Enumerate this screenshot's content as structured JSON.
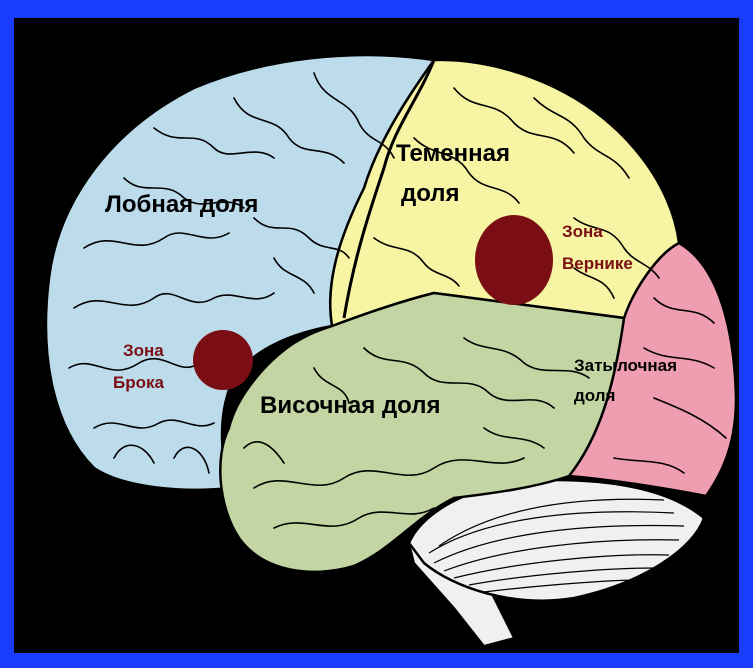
{
  "colors": {
    "border": "#1a3cff",
    "background": "#000000",
    "frontal": "#bcdcec",
    "parietal": "#f7f4a3",
    "temporal": "#c3d5a3",
    "occipital": "#ee9eb0",
    "cerebellum": "#f0f0f0",
    "zone": "#7a0e14"
  },
  "labels": {
    "frontal": "Лобная доля",
    "parietal_line1": "Теменная",
    "parietal_line2": "доля",
    "temporal": "Височная доля",
    "occipital_line1": "Затылочная",
    "occipital_line2": "доля",
    "broca_line1": "Зона",
    "broca_line2": "Брока",
    "wernicke_line1": "Зона",
    "wernicke_line2": "Вернике"
  }
}
